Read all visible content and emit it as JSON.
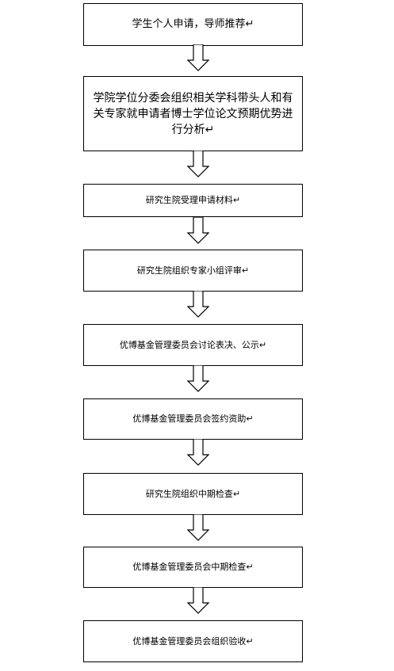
{
  "flow": {
    "steps": [
      "学生个人申请，导师推荐↵",
      "学院学位分委会组织相关学科带头人和有关专家就申请者博士学位论文预期优势进行分析↵",
      "研究生院受理申请材料↵",
      "研究生院组织专家小组评审↵",
      "优博基金管理委员会讨论表决、公示↵",
      "优博基金管理委员会签约资助↵",
      "研究生院组织中期检查↵",
      "优博基金管理委员会中期检查↵",
      "优博基金管理委员会组织验收↵"
    ]
  }
}
